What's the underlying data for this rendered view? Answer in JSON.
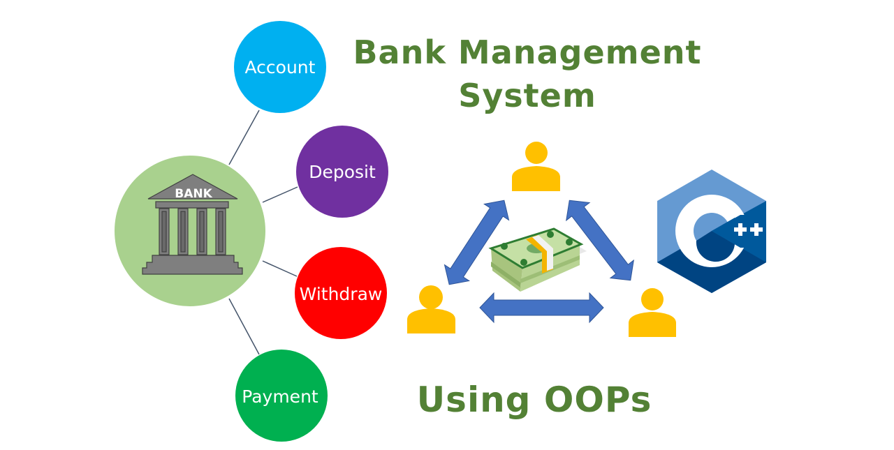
{
  "title": {
    "line1": "Bank Management",
    "line2": "System",
    "subtitle": "Using OOPs",
    "color": "#538135"
  },
  "hub": {
    "label": "BANK",
    "icon": "bank-building-icon",
    "circle_color": "#A9D18E",
    "building_color": "#7F7F7F"
  },
  "nodes": [
    {
      "label": "Account",
      "color": "#00B0F0"
    },
    {
      "label": "Deposit",
      "color": "#7030A0"
    },
    {
      "label": "Withdraw",
      "color": "#FF0000"
    },
    {
      "label": "Payment",
      "color": "#00B050"
    }
  ],
  "connector_color": "#44546A",
  "transfer_diagram": {
    "people": [
      "user-icon-top",
      "user-icon-left",
      "user-icon-right"
    ],
    "person_color": "#FFC000",
    "arrow_color": "#4472C4",
    "center_icon": "money-stack-icon"
  },
  "logo": {
    "name": "cpp-logo-icon",
    "symbol": "C",
    "suffix": "++",
    "colors": {
      "light": "#659AD2",
      "mid": "#00599C",
      "dark": "#004482"
    }
  }
}
